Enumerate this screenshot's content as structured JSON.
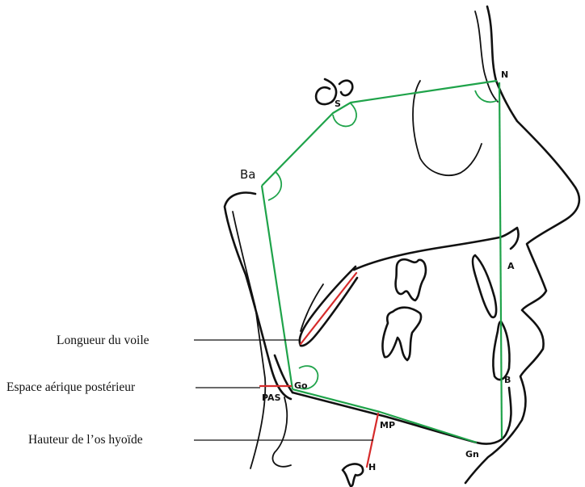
{
  "callouts": {
    "soft_palate_length": "Longueur du voile",
    "posterior_airway_space": "Espace aérique postérieur",
    "hyoid_height": "Hauteur de l’os hyoïde"
  },
  "points": {
    "nasion": "N",
    "sella": "S",
    "basion": "Ba",
    "a_point": "A",
    "b_point": "B",
    "gonion": "Go",
    "gnathion": "Gn",
    "mandibular_plane": "MP",
    "hyoid": "H",
    "pas": "PAS"
  },
  "colors": {
    "reference_lines": "#1fa34a",
    "measurements": "#d62b2b",
    "anatomy": "#111111"
  }
}
